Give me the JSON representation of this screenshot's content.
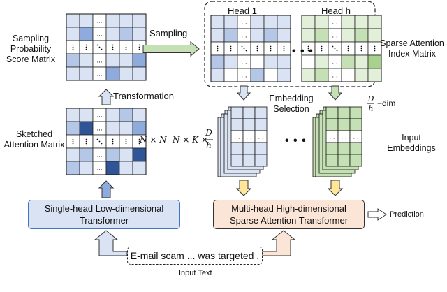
{
  "labels": {
    "sampling_prob_line1": "Sampling",
    "sampling_prob_line2": "Probability",
    "sampling_prob_line3": "Score Matrix",
    "sampling": "Sampling",
    "transformation": "Transformation",
    "sketched_line1": "Sketched",
    "sketched_line2": "Attention Matrix",
    "n_by_n": "N × N",
    "n_by_k": "N × K ×",
    "frac_num": "D",
    "frac_den": "h",
    "head1": "Head 1",
    "head_h": "Head h",
    "sparse_line1": "Sparse Attention",
    "sparse_line2": "Index Matrix",
    "embedding_line1": "Embedding",
    "embedding_line2": "Selection",
    "dim_suffix": "−dim",
    "input_emb_line1": "Input",
    "input_emb_line2": "Embeddings",
    "single_head_line1": "Single-head Low-dimensional",
    "single_head_line2": "Transformer",
    "multi_head_line1": "Multi-head High-dimensional",
    "multi_head_line2": "Sparse Attention Transformer",
    "prediction": "Prediction",
    "input_sentence": "E-mail scam ... was targeted .",
    "input_text": "Input Text",
    "ellipsis": "..."
  },
  "colors": {
    "blue_light": "#dae3f3",
    "blue_mid": "#b4c7e7",
    "blue_dark": "#8faadc",
    "blue_deep": "#2f5597",
    "green_light": "#e2f0d9",
    "green_mid": "#c5e0b4",
    "green_dark": "#a9d18e",
    "peach": "#fbe5d6",
    "yellow": "#ffe699",
    "arrow_blue": "#dae3f3",
    "arrow_green": "#e2f0d9",
    "grid_line": "#222222"
  }
}
